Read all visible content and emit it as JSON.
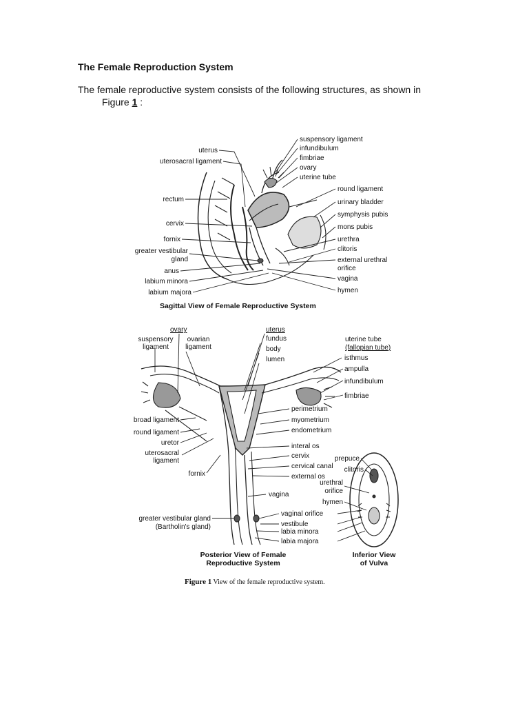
{
  "doc": {
    "heading": "The Female Reproduction System",
    "intro_line1": "The female reproductive system consists of the following structures, as shown in",
    "intro_prefix": "Figure",
    "intro_fignum": "1",
    "intro_suffix": " :"
  },
  "sagittal": {
    "title": "Sagittal View of Female Reproductive System",
    "left_labels": [
      "uterus",
      "uterosacral ligament",
      "rectum",
      "cervix",
      "fornix",
      "greater vestibular",
      "gland",
      "anus",
      "labium minora",
      "labium majora"
    ],
    "right_labels": [
      "suspensory ligament",
      "infundibulum",
      "fimbriae",
      "ovary",
      "uterine tube",
      "round ligament",
      "urinary bladder",
      "symphysis pubis",
      "mons pubis",
      "urethra",
      "clitoris",
      "external urethral",
      "orifice",
      "vagina",
      "hymen"
    ]
  },
  "posterior": {
    "title_line1": "Posterior View of Female",
    "title_line2": "Reproductive System",
    "top_labels": [
      "ovary",
      "suspensory",
      "ligament",
      "ovarian",
      "ligament",
      "uterus",
      "fundus",
      "body",
      "lumen",
      "uterine tube",
      "(fallopian tube)"
    ],
    "right_labels": [
      "isthmus",
      "ampulla",
      "infundibulum",
      "fimbriae",
      "perimetrium",
      "myometrium",
      "endometrium",
      "interal os",
      "cervix",
      "cervical canal",
      "external os",
      "vagina",
      "vaginal orifice",
      "vestibule",
      "labia minora",
      "labia majora"
    ],
    "left_labels": [
      "broad ligament",
      "round ligament",
      "uretor",
      "uterosacral",
      "ligament",
      "fornix",
      "greater vestibular gland",
      "(Bartholin's gland)"
    ]
  },
  "vulva": {
    "title_line1": "Inferior View",
    "title_line2": "of Vulva",
    "labels": [
      "prepuce",
      "clitoris",
      "urethral",
      "orifice",
      "hymen"
    ]
  },
  "caption": {
    "label": "Figure 1",
    "text": " View of the female reproductive system."
  }
}
